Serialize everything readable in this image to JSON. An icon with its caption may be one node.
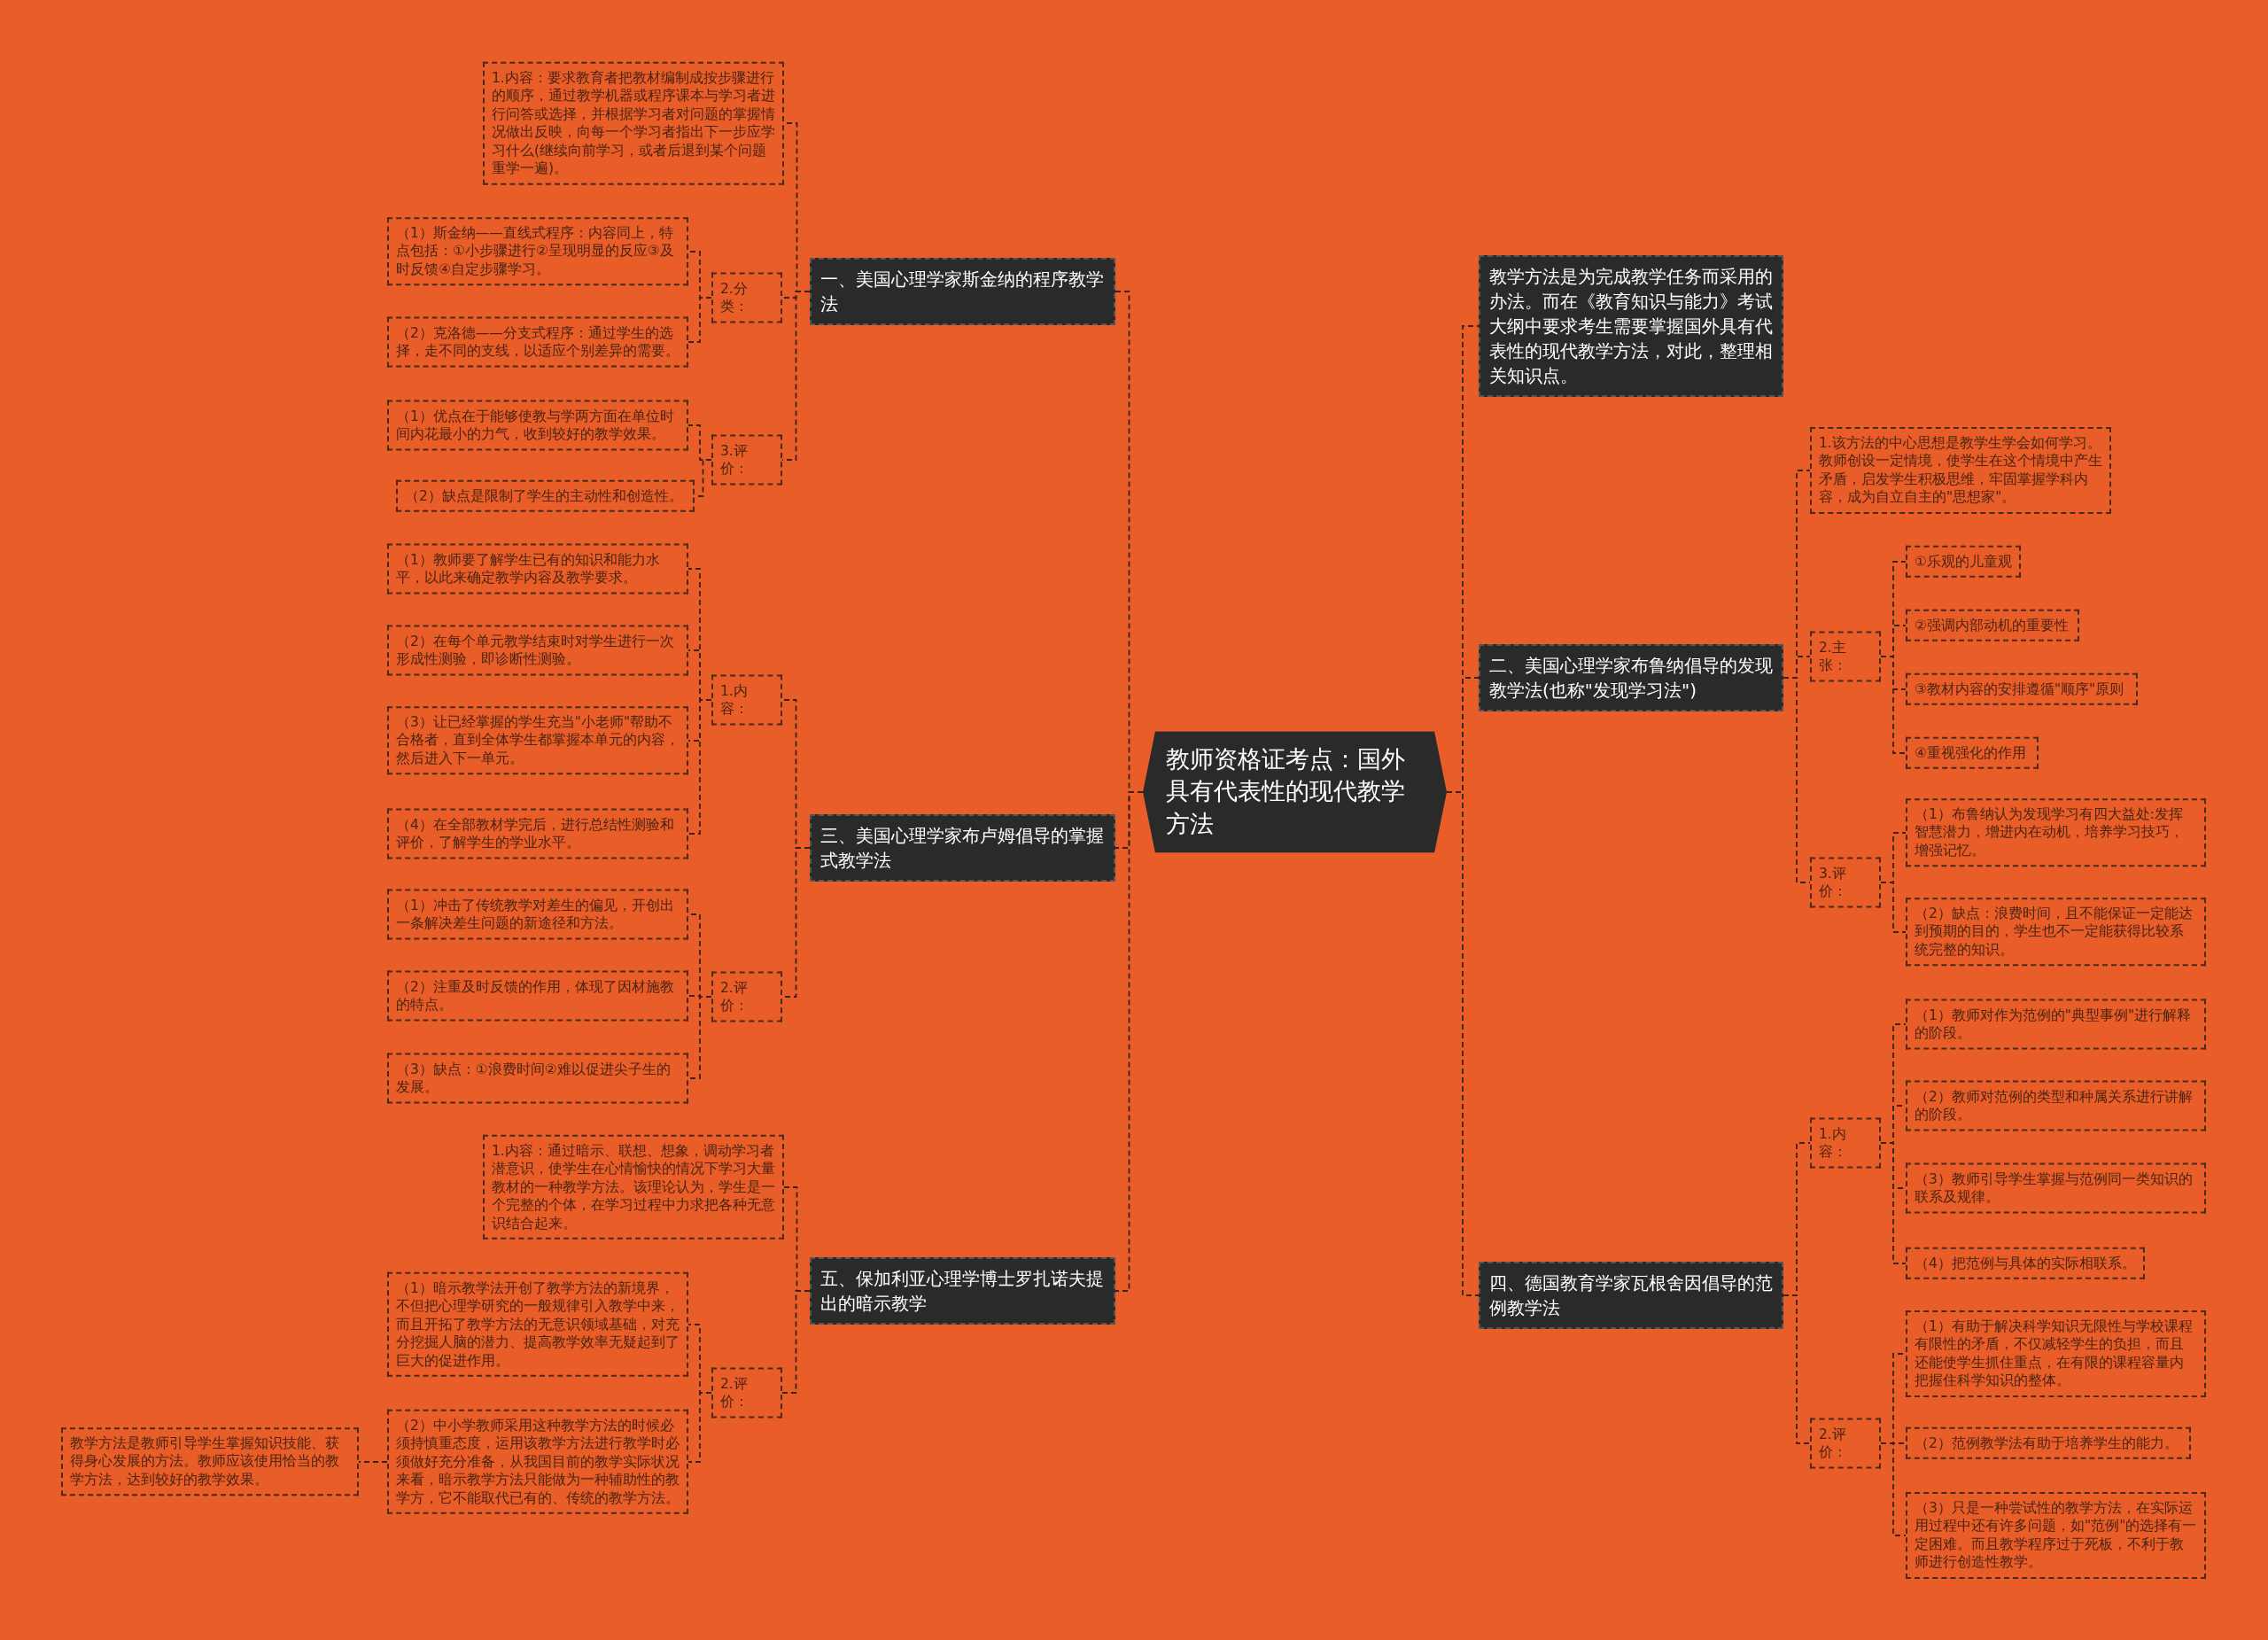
{
  "diagram": {
    "nodes": [
      {
        "text": [
          "教师资格证考点：国外具有代表性的现代教学方法"
        ]
      },
      {
        "text": [
          "一、美国心理学家斯金纳的程序教学法"
        ]
      },
      {
        "text": [
          "1.内容：要求教育者把教材编制成按步骤进行的顺序，通过教学机器或程序课本与学习者进行问答或选择，并根据学习者对问题的掌握情况做出反映，向每一个学习者指出下一步应学习什么(继续向前学习，或者后退到某个问题重学一遍)。"
        ]
      },
      {
        "text": [
          "2.分类："
        ]
      },
      {
        "text": [
          "（1）斯金纳——直线式程序：内容同上，特点包括：①小步骤进行②呈现明显的反应③及时反馈④自定步骤学习。"
        ]
      },
      {
        "text": [
          "（2）克洛德——分支式程序：通过学生的选择，走不同的支线，以适应个别差异的需要。"
        ]
      },
      {
        "text": [
          "3.评价："
        ]
      },
      {
        "text": [
          "（1）优点在于能够使教与学两方面在单位时间内花最小的力气，收到较好的教学效果。"
        ]
      },
      {
        "text": [
          "（2）缺点是限制了学生的主动性和创造性。"
        ]
      },
      {
        "text": [
          "三、美国心理学家布卢姆倡导的掌握式教学法"
        ]
      },
      {
        "text": [
          "1.内容："
        ]
      },
      {
        "text": [
          "（1）教师要了解学生已有的知识和能力水平，以此来确定教学内容及教学要求。"
        ]
      },
      {
        "text": [
          "（2）在每个单元教学结束时对学生进行一次形成性测验，即诊断性测验。"
        ]
      },
      {
        "text": [
          "（3）让已经掌握的学生充当\"小老师\"帮助不合格者，直到全体学生都掌握本单元的内容，然后进入下一单元。"
        ]
      },
      {
        "text": [
          "（4）在全部教材学完后，进行总结性测验和评价，了解学生的学业水平。"
        ]
      },
      {
        "text": [
          "2.评价："
        ]
      },
      {
        "text": [
          "（1）冲击了传统教学对差生的偏见，开创出一条解决差生问题的新途径和方法。"
        ]
      },
      {
        "text": [
          "（2）注重及时反馈的作用，体现了因材施教的特点。"
        ]
      },
      {
        "text": [
          "（3）缺点：①浪费时间②难以促进尖子生的发展。"
        ]
      },
      {
        "text": [
          "五、保加利亚心理学博士罗扎诺夫提出的暗示教学"
        ]
      },
      {
        "text": [
          "1.内容：通过暗示、联想、想象，调动学习者潜意识，使学生在心情愉快的情况下学习大量教材的一种教学方法。该理论认为，学生是一个完整的个体，在学习过程中力求把各种无意识结合起来。"
        ]
      },
      {
        "text": [
          "2.评价："
        ]
      },
      {
        "text": [
          "（1）暗示教学法开创了教学方法的新境界，不但把心理学研究的一般规律引入教学中来，而且开拓了教学方法的无意识领域基础，对充分挖掘人脑的潜力、提高教学效率无疑起到了巨大的促进作用。"
        ]
      },
      {
        "text": [
          "（2）中小学教师采用这种教学方法的时候必须持慎重态度，运用该教学方法进行教学时必须做好充分准备，从我国目前的教学实际状况来看，暗示教学方法只能做为一种辅助性的教学方，它不能取代已有的、传统的教学方法。"
        ]
      },
      {
        "text": [
          "教学方法是教师引导学生掌握知识技能、获得身心发展的方法。教师应该使用恰当的教学方法，达到较好的教学效果。"
        ]
      },
      {
        "text": [
          "教学方法是为完成教学任务而采用的办法。而在《教育知识与能力》考试大纲中要求考生需要掌握国外具有代表性的现代教学方法，对此，整理相关知识点。"
        ]
      },
      {
        "text": [
          "二、美国心理学家布鲁纳倡导的发现教学法(也称\"发现学习法\")"
        ]
      },
      {
        "text": [
          "1.该方法的中心思想是教学生学会如何学习。教师创设一定情境，使学生在这个情境中产生矛盾，启发学生积极思维，牢固掌握学科内容，成为自立自主的\"思想家\"。"
        ]
      },
      {
        "text": [
          "2.主张："
        ]
      },
      {
        "text": [
          "①乐观的儿童观"
        ]
      },
      {
        "text": [
          "②强调内部动机的重要性"
        ]
      },
      {
        "text": [
          "③教材内容的安排遵循\"顺序\"原则"
        ]
      },
      {
        "text": [
          "④重视强化的作用"
        ]
      },
      {
        "text": [
          "3.评价："
        ]
      },
      {
        "text": [
          "（1）布鲁纳认为发现学习有四大益处:发挥智慧潜力，增进内在动机，培养学习技巧，增强记忆。"
        ]
      },
      {
        "text": [
          "（2）缺点：浪费时间，且不能保证一定能达到预期的目的，学生也不一定能获得比较系统完整的知识。"
        ]
      },
      {
        "text": [
          "四、德国教育学家瓦根舍因倡导的范例教学法"
        ]
      },
      {
        "text": [
          "1.内容："
        ]
      },
      {
        "text": [
          "（1）教师对作为范例的\"典型事例\"进行解释的阶段。"
        ]
      },
      {
        "text": [
          "（2）教师对范例的类型和种属关系进行讲解的阶段。"
        ]
      },
      {
        "text": [
          "（3）教师引导学生掌握与范例同一类知识的联系及规律。"
        ]
      },
      {
        "text": [
          "（4）把范例与具体的实际相联系。"
        ]
      },
      {
        "text": [
          "2.评价："
        ]
      },
      {
        "text": [
          "（1）有助于解决科学知识无限性与学校课程有限性的矛盾，不仅减轻学生的负担，而且还能使学生抓住重点，在有限的课程容量内把握住科学知识的整体。"
        ]
      },
      {
        "text": [
          "（2）范例教学法有助于培养学生的能力。"
        ]
      },
      {
        "text": [
          "（3）只是一种尝试性的教学方法，在实际运用过程中还有许多问题，如\"范例\"的选择有一定困难。而且教学程序过于死板，不利于教师进行创造性教学。"
        ]
      }
    ],
    "edges": [
      {
        "from": 0,
        "to": 1,
        "arrow": "none"
      },
      {
        "from": 0,
        "to": 9,
        "arrow": "none"
      },
      {
        "from": 0,
        "to": 19,
        "arrow": "none"
      },
      {
        "from": 0,
        "to": 25,
        "arrow": "none"
      },
      {
        "from": 0,
        "to": 26,
        "arrow": "none"
      },
      {
        "from": 0,
        "to": 36,
        "arrow": "none"
      },
      {
        "from": 1,
        "to": 2,
        "arrow": "none"
      },
      {
        "from": 1,
        "to": 3,
        "arrow": "none"
      },
      {
        "from": 1,
        "to": 6,
        "arrow": "none"
      },
      {
        "from": 3,
        "to": 4,
        "arrow": "none"
      },
      {
        "from": 3,
        "to": 5,
        "arrow": "none"
      },
      {
        "from": 6,
        "to": 7,
        "arrow": "none"
      },
      {
        "from": 6,
        "to": 8,
        "arrow": "none"
      },
      {
        "from": 9,
        "to": 10,
        "arrow": "none"
      },
      {
        "from": 9,
        "to": 15,
        "arrow": "none"
      },
      {
        "from": 10,
        "to": 11,
        "arrow": "none"
      },
      {
        "from": 10,
        "to": 12,
        "arrow": "none"
      },
      {
        "from": 10,
        "to": 13,
        "arrow": "none"
      },
      {
        "from": 10,
        "to": 14,
        "arrow": "none"
      },
      {
        "from": 15,
        "to": 16,
        "arrow": "none"
      },
      {
        "from": 15,
        "to": 17,
        "arrow": "none"
      },
      {
        "from": 15,
        "to": 18,
        "arrow": "none"
      },
      {
        "from": 19,
        "to": 20,
        "arrow": "none"
      },
      {
        "from": 19,
        "to": 21,
        "arrow": "none"
      },
      {
        "from": 21,
        "to": 22,
        "arrow": "none"
      },
      {
        "from": 21,
        "to": 23,
        "arrow": "none"
      },
      {
        "from": 23,
        "to": 24,
        "arrow": "none"
      },
      {
        "from": 26,
        "to": 27,
        "arrow": "none"
      },
      {
        "from": 26,
        "to": 28,
        "arrow": "none"
      },
      {
        "from": 26,
        "to": 33,
        "arrow": "none"
      },
      {
        "from": 28,
        "to": 29,
        "arrow": "none"
      },
      {
        "from": 28,
        "to": 30,
        "arrow": "none"
      },
      {
        "from": 28,
        "to": 31,
        "arrow": "none"
      },
      {
        "from": 28,
        "to": 32,
        "arrow": "none"
      },
      {
        "from": 33,
        "to": 34,
        "arrow": "none"
      },
      {
        "from": 33,
        "to": 35,
        "arrow": "none"
      },
      {
        "from": 36,
        "to": 37,
        "arrow": "none"
      },
      {
        "from": 36,
        "to": 42,
        "arrow": "none"
      },
      {
        "from": 37,
        "to": 38,
        "arrow": "none"
      },
      {
        "from": 37,
        "to": 39,
        "arrow": "none"
      },
      {
        "from": 37,
        "to": 40,
        "arrow": "none"
      },
      {
        "from": 37,
        "to": 41,
        "arrow": "none"
      },
      {
        "from": 42,
        "to": 43,
        "arrow": "none"
      },
      {
        "from": 42,
        "to": 44,
        "arrow": "none"
      },
      {
        "from": 42,
        "to": 45,
        "arrow": "none"
      }
    ]
  }
}
